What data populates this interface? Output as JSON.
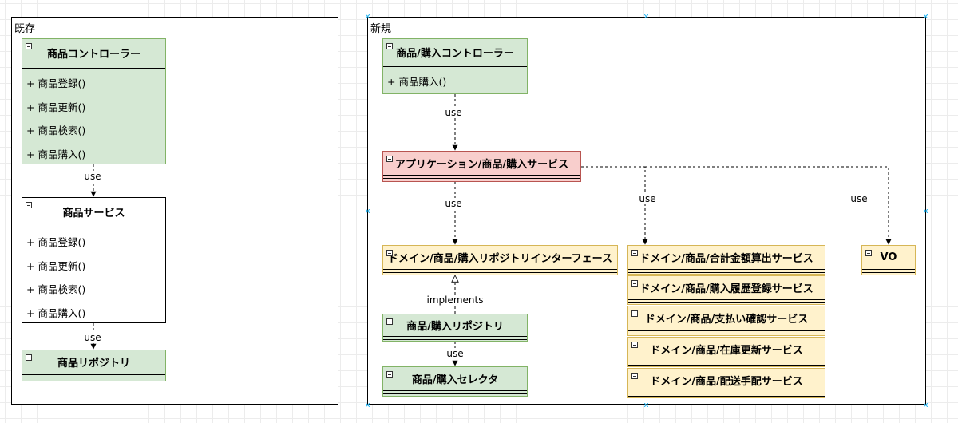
{
  "frames": {
    "existing_title": "既存",
    "new_title": "新規"
  },
  "existing": {
    "controller": {
      "title": "商品コントローラー",
      "methods": [
        "+ 商品登録()",
        "+ 商品更新()",
        "+ 商品検索()",
        "+ 商品購入()"
      ]
    },
    "service": {
      "title": "商品サービス",
      "methods": [
        "+ 商品登録()",
        "+ 商品更新()",
        "+ 商品検索()",
        "+ 商品購入()"
      ]
    },
    "repository": {
      "title": "商品リポジトリ"
    }
  },
  "new": {
    "controller": {
      "title": "商品/購入コントローラー",
      "methods": [
        "+ 商品購入()"
      ]
    },
    "app_service": {
      "title": "アプリケーション/商品/購入サービス"
    },
    "repo_interface": {
      "title": "ドメイン/商品/購入リポジトリインターフェース"
    },
    "repository": {
      "title": "商品/購入リポジトリ"
    },
    "selector": {
      "title": "商品/購入セレクタ"
    },
    "domain_services": [
      "ドメイン/商品/合計金額算出サービス",
      "ドメイン/商品/購入履歴登録サービス",
      "ドメイン/商品/支払い確認サービス",
      "ドメイン/商品/在庫更新サービス",
      "ドメイン/商品/配送手配サービス"
    ],
    "vo": {
      "title": "VO"
    }
  },
  "edge_labels": {
    "use": "use",
    "implements": "implements"
  },
  "colors": {
    "green_fill": "#d5e8d4",
    "green_stroke": "#82b366",
    "red_fill": "#f8cecc",
    "red_stroke": "#b85450",
    "yellow_fill": "#fff2cc",
    "yellow_stroke": "#d6b656",
    "selection_handle": "#29b6f2"
  }
}
